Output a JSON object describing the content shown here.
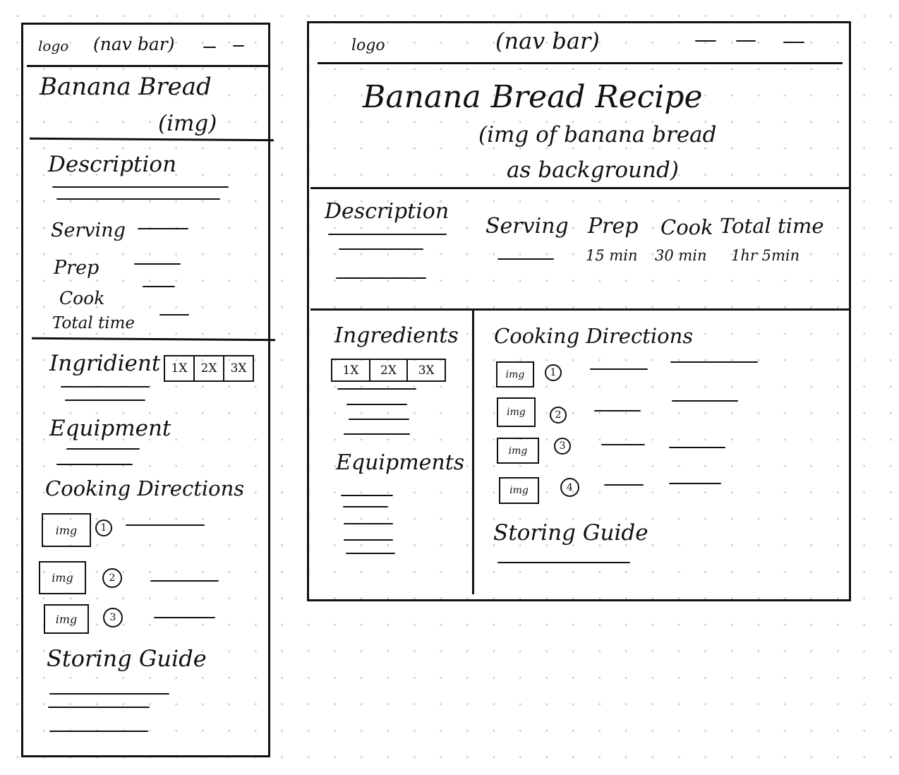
{
  "mobile": {
    "nav": {
      "logo": "logo",
      "label": "(nav bar)",
      "dashes": "– –"
    },
    "hero": {
      "title": "Banana Bread",
      "img": "(img)"
    },
    "details": {
      "description": "Description",
      "serving": "Serving",
      "prep": "Prep",
      "cook": "Cook",
      "total_time": "Total time"
    },
    "ingredient": {
      "title": "Ingridient",
      "multipliers": [
        "1X",
        "2X",
        "3X"
      ]
    },
    "equipment": {
      "title": "Equipment"
    },
    "directions": {
      "title": "Cooking Directions",
      "steps": [
        {
          "img": "img",
          "num": "1"
        },
        {
          "img": "img",
          "num": "2"
        },
        {
          "img": "img",
          "num": "3"
        }
      ]
    },
    "storing": {
      "title": "Storing Guide"
    }
  },
  "desktop": {
    "nav": {
      "logo": "logo",
      "label": "(nav bar)"
    },
    "hero": {
      "title": "Banana Bread Recipe",
      "img_line1": "(img of banana bread",
      "img_line2": "as background)"
    },
    "details": {
      "description": "Description",
      "serving": "Serving",
      "prep": "Prep",
      "prep_value": "15 min",
      "cook": "Cook",
      "cook_value": "30 min",
      "total_time": "Total time",
      "total_value": "1hr 5min"
    },
    "ingredients": {
      "title": "Ingredients",
      "multipliers": [
        "1X",
        "2X",
        "3X"
      ]
    },
    "equipments": {
      "title": "Equipments"
    },
    "directions": {
      "title": "Cooking Directions",
      "steps": [
        {
          "img": "img",
          "num": "1"
        },
        {
          "img": "img",
          "num": "2"
        },
        {
          "img": "img",
          "num": "3"
        },
        {
          "img": "img",
          "num": "4"
        }
      ]
    },
    "storing": {
      "title": "Storing Guide"
    }
  }
}
